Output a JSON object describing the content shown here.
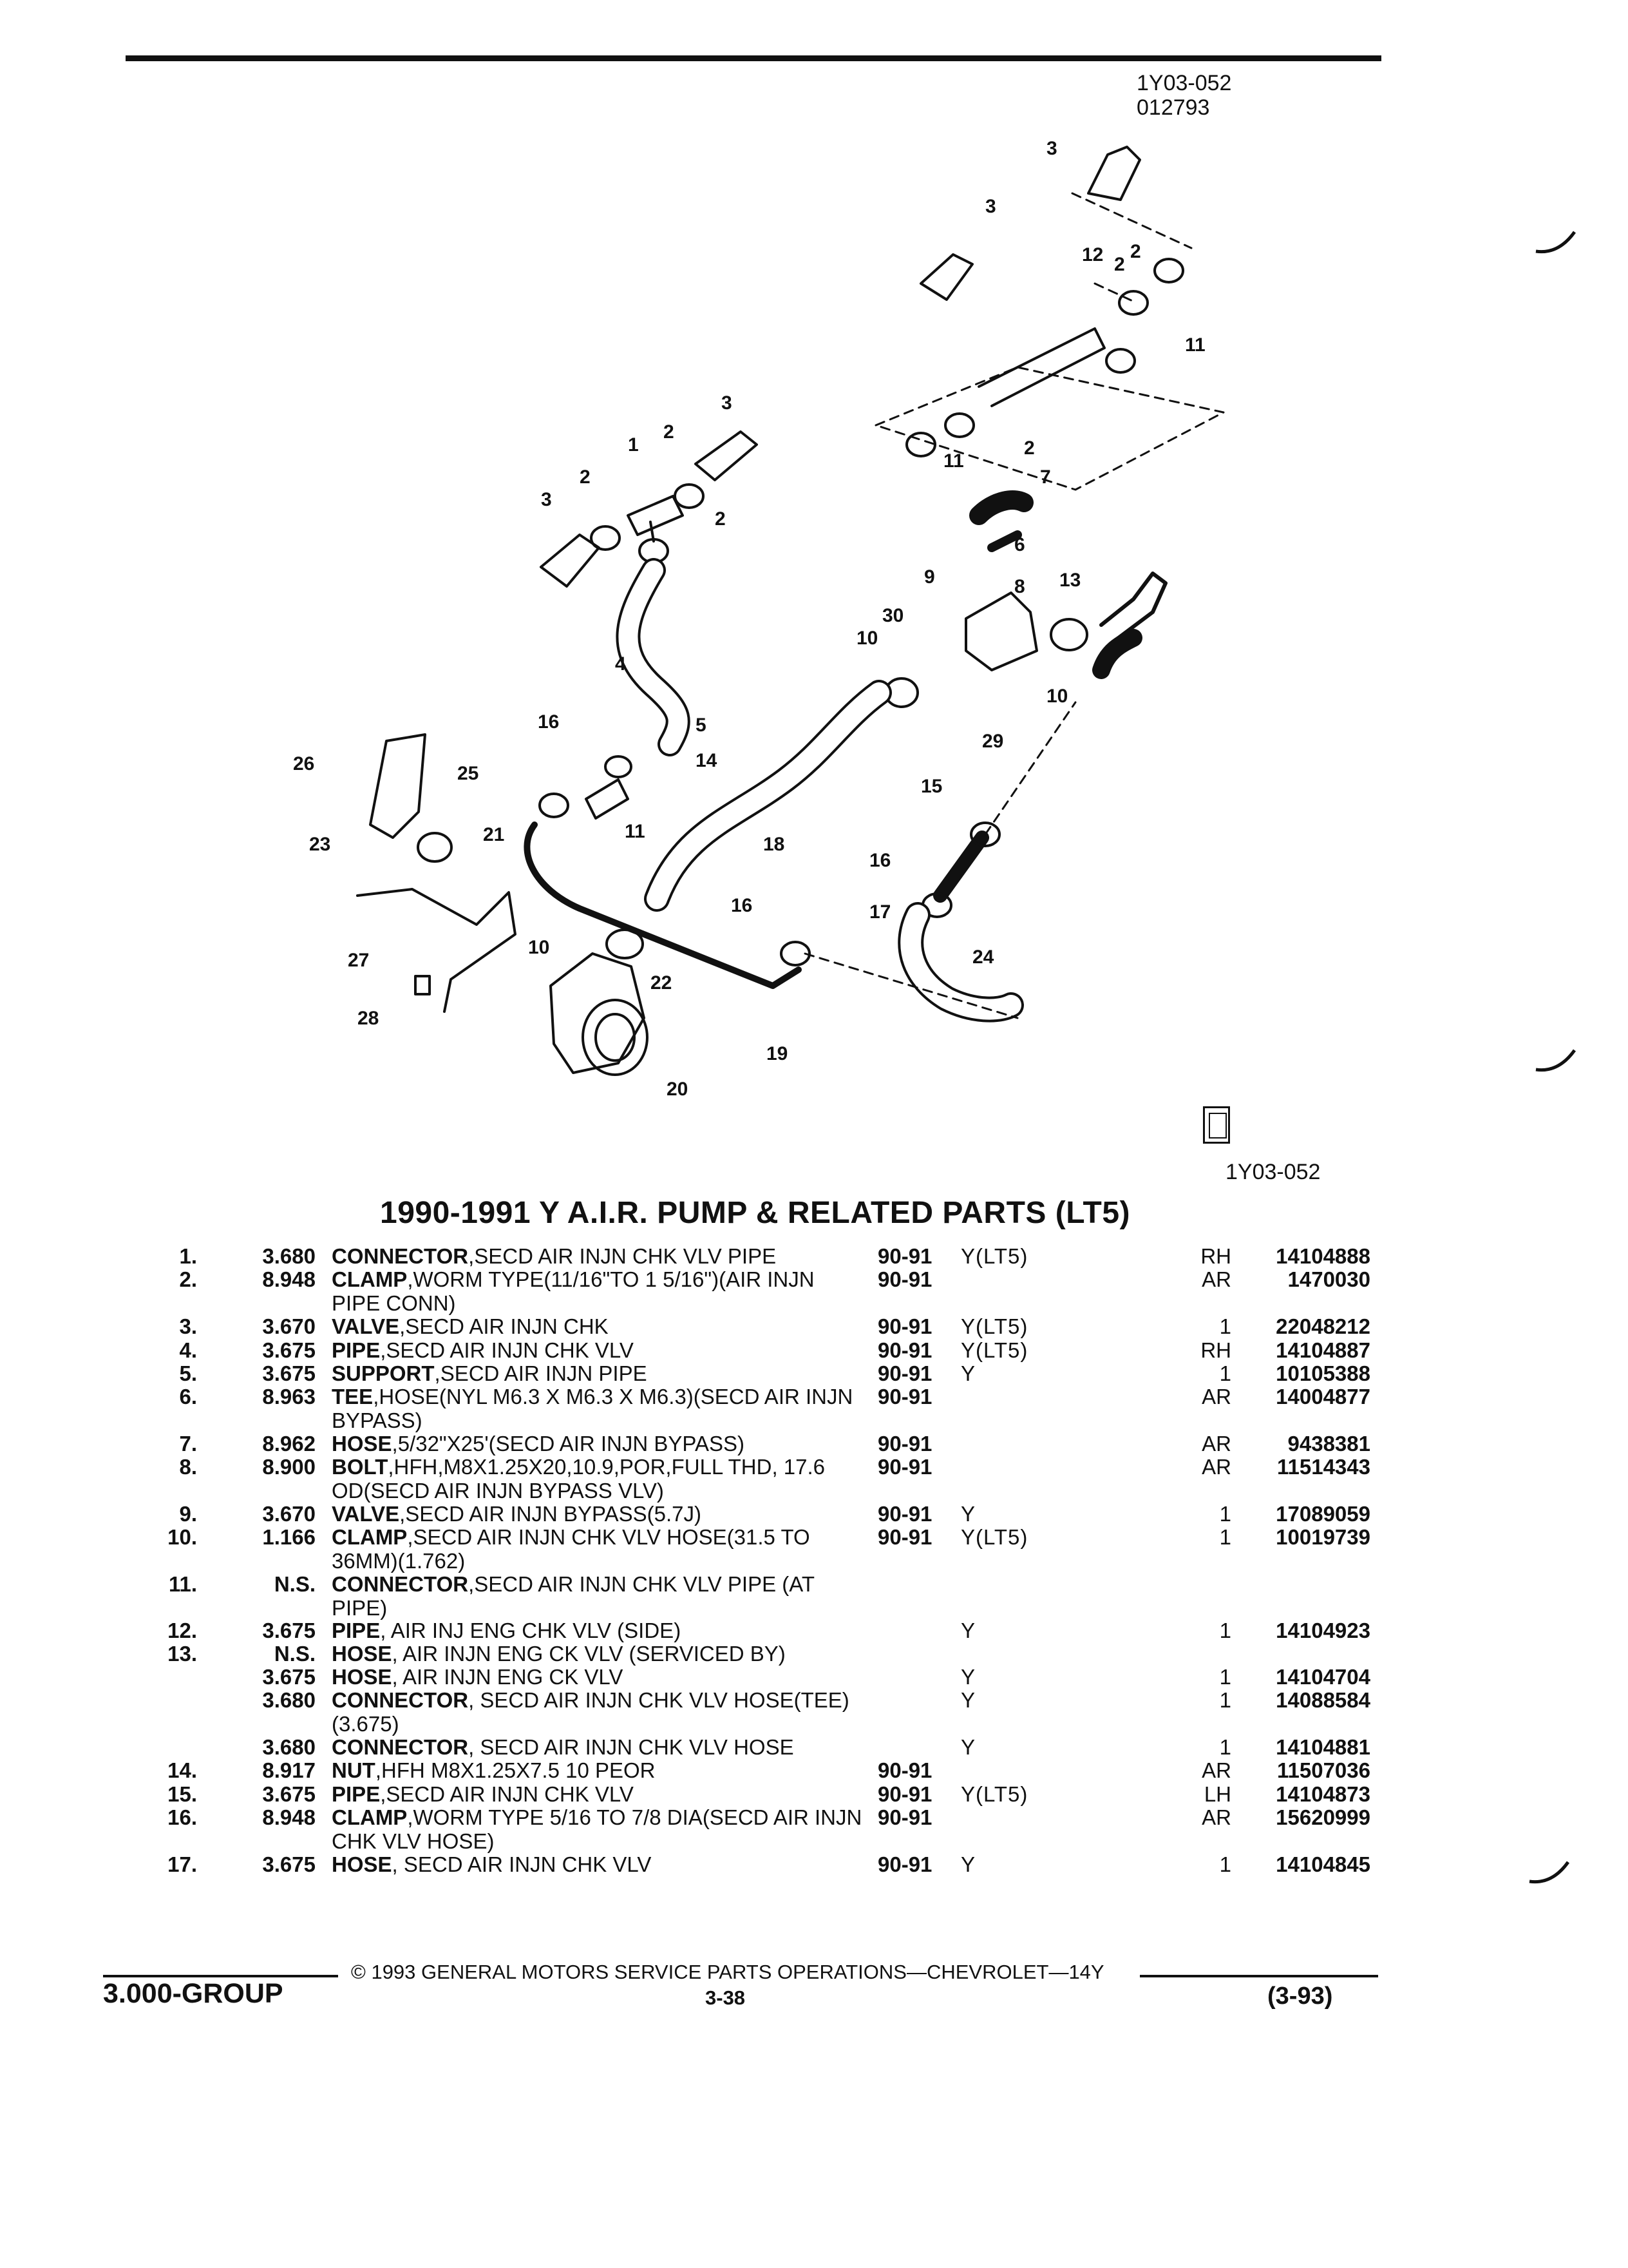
{
  "header": {
    "doc_code": "1Y03-052",
    "doc_date": "012793"
  },
  "figure": {
    "id": "1Y03-052",
    "callouts": [
      "3",
      "3",
      "12",
      "2",
      "11",
      "2",
      "3",
      "2",
      "1",
      "2",
      "3",
      "2",
      "11",
      "2",
      "7",
      "6",
      "9",
      "8",
      "13",
      "30",
      "10",
      "10",
      "4",
      "5",
      "14",
      "29",
      "16",
      "26",
      "25",
      "11",
      "18",
      "16",
      "15",
      "16",
      "17",
      "24",
      "21",
      "23",
      "27",
      "10",
      "22",
      "28",
      "19",
      "20"
    ]
  },
  "title": "1990-1991 Y A.I.R. PUMP & RELATED PARTS (LT5)",
  "parts": [
    {
      "item": "1.",
      "code": "3.680",
      "name": "CONNECTOR",
      "desc": ",SECD AIR INJN CHK VLV PIPE",
      "years": "90-91",
      "series": "Y(LT5)",
      "qty": "RH",
      "part": "14104888"
    },
    {
      "item": "2.",
      "code": "8.948",
      "name": "CLAMP",
      "desc": ",WORM TYPE(11/16\"TO 1 5/16\")(AIR INJN PIPE CONN)",
      "years": "90-91",
      "series": "",
      "qty": "AR",
      "part": "1470030"
    },
    {
      "item": "3.",
      "code": "3.670",
      "name": "VALVE",
      "desc": ",SECD AIR INJN CHK",
      "years": "90-91",
      "series": "Y(LT5)",
      "qty": "1",
      "part": "22048212"
    },
    {
      "item": "4.",
      "code": "3.675",
      "name": "PIPE",
      "desc": ",SECD AIR INJN CHK VLV",
      "years": "90-91",
      "series": "Y(LT5)",
      "qty": "RH",
      "part": "14104887"
    },
    {
      "item": "5.",
      "code": "3.675",
      "name": "SUPPORT",
      "desc": ",SECD AIR INJN PIPE",
      "years": "90-91",
      "series": "Y",
      "qty": "1",
      "part": "10105388"
    },
    {
      "item": "6.",
      "code": "8.963",
      "name": "TEE",
      "desc": ",HOSE(NYL M6.3 X M6.3 X M6.3)(SECD AIR INJN BYPASS)",
      "years": "90-91",
      "series": "",
      "qty": "AR",
      "part": "14004877"
    },
    {
      "item": "7.",
      "code": "8.962",
      "name": "HOSE",
      "desc": ",5/32\"X25'(SECD AIR INJN BYPASS)",
      "years": "90-91",
      "series": "",
      "qty": "AR",
      "part": "9438381"
    },
    {
      "item": "8.",
      "code": "8.900",
      "name": "BOLT",
      "desc": ",HFH,M8X1.25X20,10.9,POR,FULL THD, 17.6 OD(SECD AIR INJN BYPASS VLV)",
      "years": "90-91",
      "series": "",
      "qty": "AR",
      "part": "11514343"
    },
    {
      "item": "9.",
      "code": "3.670",
      "name": "VALVE",
      "desc": ",SECD AIR INJN BYPASS(5.7J)",
      "years": "90-91",
      "series": "Y",
      "qty": "1",
      "part": "17089059"
    },
    {
      "item": "10.",
      "code": "1.166",
      "name": "CLAMP",
      "desc": ",SECD AIR INJN CHK VLV HOSE(31.5 TO 36MM)(1.762)",
      "years": "90-91",
      "series": "Y(LT5)",
      "qty": "1",
      "part": "10019739"
    },
    {
      "item": "11.",
      "code": "N.S.",
      "name": "CONNECTOR",
      "desc": ",SECD AIR INJN CHK VLV PIPE (AT PIPE)",
      "years": "",
      "series": "",
      "qty": "",
      "part": ""
    },
    {
      "item": "12.",
      "code": "3.675",
      "name": "PIPE",
      "desc": ", AIR INJ ENG CHK VLV (SIDE)",
      "years": "",
      "series": "Y",
      "qty": "1",
      "part": "14104923"
    },
    {
      "item": "13.",
      "code": "N.S.",
      "name": "HOSE",
      "desc": ", AIR INJN ENG CK VLV (SERVICED BY)",
      "years": "",
      "series": "",
      "qty": "",
      "part": ""
    },
    {
      "item": "",
      "code": "3.675",
      "name": "HOSE",
      "desc": ", AIR INJN ENG CK VLV",
      "years": "",
      "series": "Y",
      "qty": "1",
      "part": "14104704"
    },
    {
      "item": "",
      "code": "3.680",
      "name": "CONNECTOR",
      "desc": ", SECD AIR INJN CHK VLV HOSE(TEE)(3.675)",
      "years": "",
      "series": "Y",
      "qty": "1",
      "part": "14088584"
    },
    {
      "item": "",
      "code": "3.680",
      "name": "CONNECTOR",
      "desc": ", SECD AIR INJN CHK VLV HOSE",
      "years": "",
      "series": "Y",
      "qty": "1",
      "part": "14104881"
    },
    {
      "item": "14.",
      "code": "8.917",
      "name": "NUT",
      "desc": ",HFH M8X1.25X7.5 10 PEOR",
      "years": "90-91",
      "series": "",
      "qty": "AR",
      "part": "11507036"
    },
    {
      "item": "15.",
      "code": "3.675",
      "name": "PIPE",
      "desc": ",SECD AIR INJN CHK VLV",
      "years": "90-91",
      "series": "Y(LT5)",
      "qty": "LH",
      "part": "14104873"
    },
    {
      "item": "16.",
      "code": "8.948",
      "name": "CLAMP",
      "desc": ",WORM TYPE 5/16 TO 7/8 DIA(SECD AIR INJN CHK VLV HOSE)",
      "years": "90-91",
      "series": "",
      "qty": "AR",
      "part": "15620999"
    },
    {
      "item": "17.",
      "code": "3.675",
      "name": "HOSE",
      "desc": ", SECD AIR INJN CHK VLV",
      "years": "90-91",
      "series": "Y",
      "qty": "1",
      "part": "14104845"
    }
  ],
  "footer": {
    "copyright": "© 1993 GENERAL MOTORS SERVICE PARTS OPERATIONS—CHEVROLET—14Y",
    "group": "3.000-GROUP",
    "page": "3-38",
    "revision": "(3-93)"
  }
}
